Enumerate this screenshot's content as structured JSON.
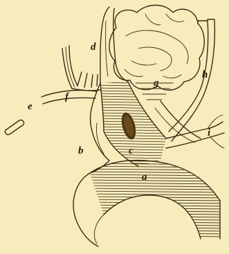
{
  "labels": {
    "a": "a",
    "b": "b",
    "c": "c",
    "d": "d",
    "e": "e",
    "f": "f",
    "g": "g",
    "h": "h",
    "i": "i"
  }
}
